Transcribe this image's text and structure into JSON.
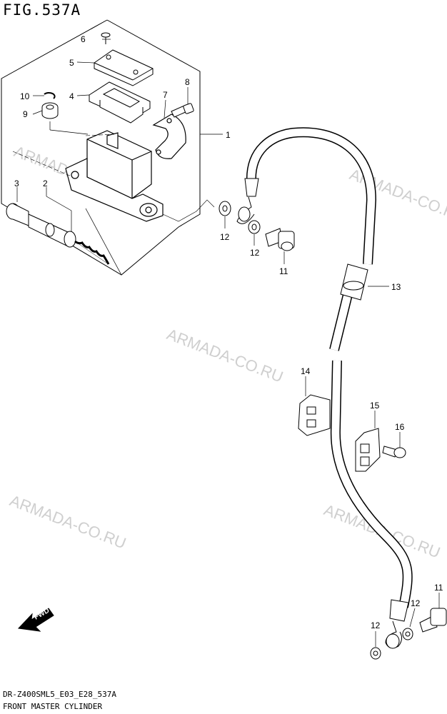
{
  "figure_title": "FIG.537A",
  "footer": {
    "code": "DR-Z400SML5_E03_E28_537A",
    "name": "FRONT MASTER CYLINDER"
  },
  "watermark_text": "ARMADA-CO.RU",
  "fwd_label": "FWD",
  "callouts": [
    "1",
    "2",
    "3",
    "4",
    "5",
    "6",
    "7",
    "8",
    "9",
    "10",
    "11",
    "12",
    "13",
    "14",
    "15",
    "16"
  ]
}
